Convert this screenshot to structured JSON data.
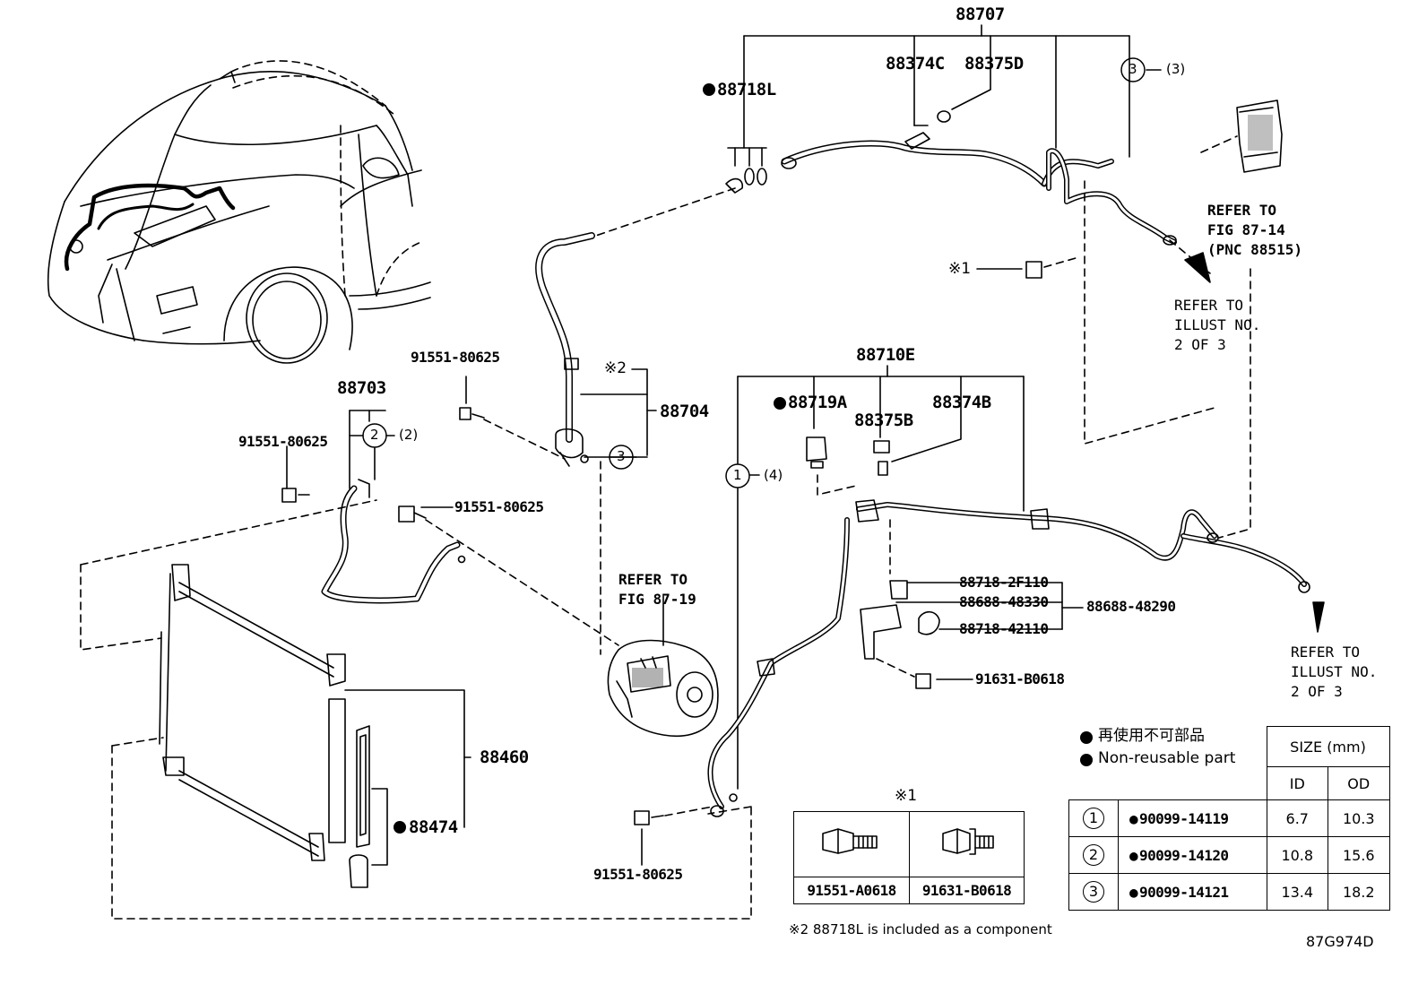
{
  "labels": {
    "p88707": "88707",
    "p88374c": "88374C",
    "p88375d": "88375D",
    "p88718l": "88718L",
    "p88710e": "88710E",
    "p88719a": "88719A",
    "p88375b": "88375B",
    "p88374b": "88374B",
    "p88703": "88703",
    "p88704": "88704",
    "p88460": "88460",
    "p88474": "88474",
    "bolt_a": "91551-80625",
    "bolt_b": "91551-80625",
    "bolt_c": "91551-80625",
    "bolt_d": "91551-80625",
    "p88718_2f110": "88718-2F110",
    "p88688_48330": "88688-48330",
    "p88688_48290": "88688-48290",
    "p88718_42110": "88718-42110",
    "p91631_b0618": "91631-B0618",
    "mark1": "※1",
    "mark2": "※2",
    "callout1_qty": "(4)",
    "callout2_qty": "(2)",
    "callout3_qty_top": "(3)",
    "callout3_label": "3",
    "callout2_label": "2",
    "callout1_label": "1"
  },
  "refers": {
    "fig_87_14": "REFER TO\nFIG 87-14\n(PNC 88515)",
    "illust_top": "REFER TO\nILLUST NO.\n2 OF 3",
    "fig_87_19": "REFER TO\nFIG 87-19",
    "illust_bottom": "REFER TO\nILLUST NO.\n2 OF 3"
  },
  "legend": {
    "jp": "再使用不可部品",
    "en": "Non-reusable part"
  },
  "size_table": {
    "header": "SIZE (mm)",
    "col_id": "ID",
    "col_od": "OD",
    "rows": [
      {
        "num": "1",
        "part": "90099-14119",
        "id": "6.7",
        "od": "10.3"
      },
      {
        "num": "2",
        "part": "90099-14120",
        "id": "10.8",
        "od": "15.6"
      },
      {
        "num": "3",
        "part": "90099-14121",
        "id": "13.4",
        "od": "18.2"
      }
    ]
  },
  "bolt_box": {
    "title": "※1",
    "left": "91551-A0618",
    "right": "91631-B0618"
  },
  "footnote": "※2 88718L is included as a component",
  "figure_code": "87G974D"
}
